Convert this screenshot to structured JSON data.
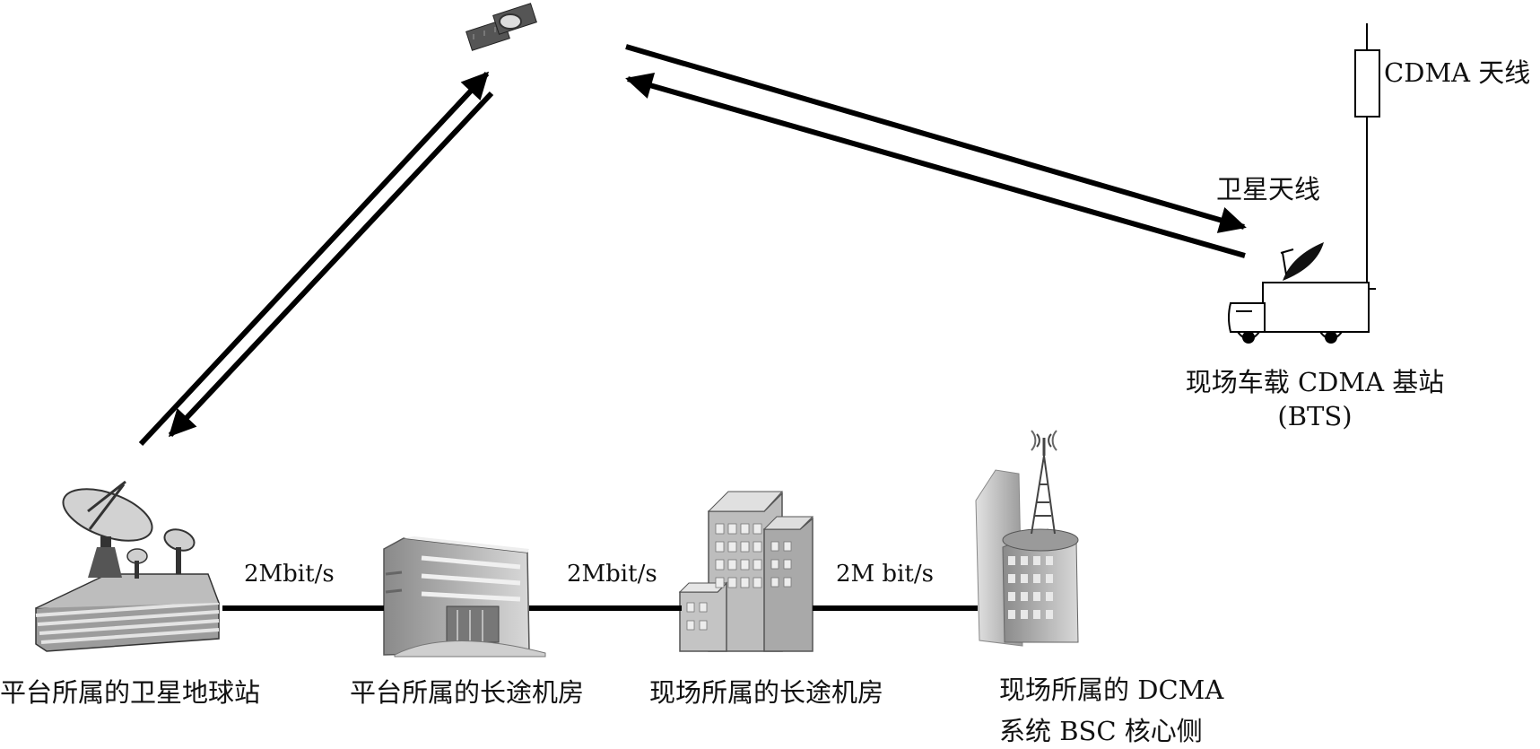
{
  "labels": {
    "cdma_antenna": "CDMA 天线",
    "satellite_antenna": "卫星天线",
    "bts_line1": "现场车载 CDMA 基站",
    "bts_line2": "(BTS)",
    "earth_station": "平台所属的卫星地球站",
    "platform_room": "平台所属的长途机房",
    "site_room": "现场所属的长途机房",
    "bsc_line1": "现场所属的 DCMA",
    "bsc_line2": "系统 BSC 核心侧"
  },
  "links": {
    "rate1": "2Mbit/s",
    "rate2": "2Mbit/s",
    "rate3": "2M bit/s"
  },
  "colors": {
    "line": "#000000",
    "building_light": "#d4d4d4",
    "building_mid": "#a8a8a8",
    "building_dark": "#6e6e6e"
  }
}
